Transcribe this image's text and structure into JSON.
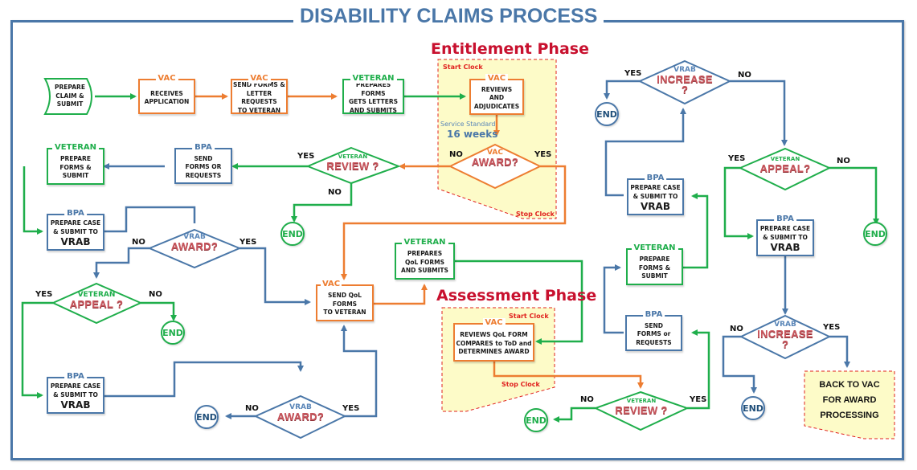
{
  "title": "DISABILITY CLAIMS PROCESS",
  "colors": {
    "vac": "#ed7d31",
    "veteran": "#1fae4b",
    "bpa": "#4a77a8",
    "phase": "#c8102e",
    "phase_bg": "#fdfbc8"
  },
  "entitlement_phase": {
    "title": "Entitlement Phase",
    "start_clock": "Start Clock",
    "stop_clock": "Stop Clock",
    "service_standard_label": "Service Standard",
    "service_standard_value": "16 weeks"
  },
  "assessment_phase": {
    "title": "Assessment Phase",
    "start_clock": "Start Clock",
    "stop_clock": "Stop Clock"
  },
  "start": {
    "text": "PREPARE\nCLAIM &\nSUBMIT"
  },
  "boxes": {
    "vac_receives": {
      "role": "VAC",
      "text": "RECEIVES\nAPPLICATION"
    },
    "vac_send_forms": {
      "role": "VAC",
      "text": "SEND FORMS &\nLETTER REQUESTS\nTO VETERAN"
    },
    "vet_prepares_forms": {
      "role": "VETERAN",
      "text": "PREPARES FORMS\nGETS LETTERS\nAND SUBMITS"
    },
    "vac_reviews": {
      "role": "VAC",
      "text": "REVIEWS\nAND\nADJUDICATES"
    },
    "bpa_send_left": {
      "role": "BPA",
      "text": "SEND\nFORMS OR\nREQUESTS"
    },
    "vet_prepare_left": {
      "role": "VETERAN",
      "text": "PREPARE\nFORMS &\nSUBMIT"
    },
    "bpa_case_left1": {
      "role": "BPA",
      "text": "PREPARE CASE\n& SUBMIT  TO",
      "big": "VRAB"
    },
    "bpa_case_left2": {
      "role": "BPA",
      "text": "PREPARE CASE\n& SUBMIT  TO",
      "big": "VRAB"
    },
    "vac_send_qol": {
      "role": "VAC",
      "text": "SEND QoL\nFORMS\nTO VETERAN"
    },
    "vet_prepares_qol": {
      "role": "VETERAN",
      "text": "PREPARES\nQoL FORMS\nAND SUBMITS"
    },
    "vac_reviews_qol": {
      "role": "VAC",
      "text": "REVIEWS QoL FORM\nCOMPARES to ToD and\nDETERMINES AWARD"
    },
    "bpa_case_mid": {
      "role": "BPA",
      "text": "PREPARE CASE\n& SUBMIT  TO",
      "big": "VRAB"
    },
    "vet_prepare_mid": {
      "role": "VETERAN",
      "text": "PREPARE\nFORMS &\nSUBMIT"
    },
    "bpa_send_mid": {
      "role": "BPA",
      "text": "SEND\nFORMS or\nREQUESTS"
    },
    "bpa_case_right": {
      "role": "BPA",
      "text": "PREPARE CASE\n& SUBMIT  TO",
      "big": "VRAB"
    }
  },
  "decisions": {
    "vac_award": {
      "who": "VAC",
      "question": "AWARD?",
      "yes": "YES",
      "no": "NO"
    },
    "vet_review_top": {
      "who": "VETERAN",
      "question": "REVIEW ?",
      "yes": "YES",
      "no": "NO"
    },
    "vrab_award_left": {
      "who": "VRAB",
      "question": "AWARD?",
      "yes": "YES",
      "no": "NO"
    },
    "vet_appeal_left": {
      "who": "VETERAN",
      "question": "APPEAL ?",
      "yes": "YES",
      "no": "NO"
    },
    "vrab_award_bottom": {
      "who": "VRAB",
      "question": "AWARD?",
      "yes": "YES",
      "no": "NO"
    },
    "vet_review_bottom": {
      "who": "VETERAN",
      "question": "REVIEW ?",
      "yes": "YES",
      "no": "NO"
    },
    "vrab_increase_top": {
      "who": "VRAB",
      "question": "INCREASE",
      "mark": "?",
      "yes": "YES",
      "no": "NO"
    },
    "vet_appeal_right": {
      "who": "VETERAN",
      "question": "APPEAL?",
      "yes": "YES",
      "no": "NO"
    },
    "vrab_increase_bottom": {
      "who": "VRAB",
      "question": "INCREASE",
      "mark": "?",
      "yes": "YES",
      "no": "NO"
    }
  },
  "end_label": "END",
  "back_to_vac": {
    "text": "BACK TO VAC\nFOR AWARD\nPROCESSING"
  }
}
